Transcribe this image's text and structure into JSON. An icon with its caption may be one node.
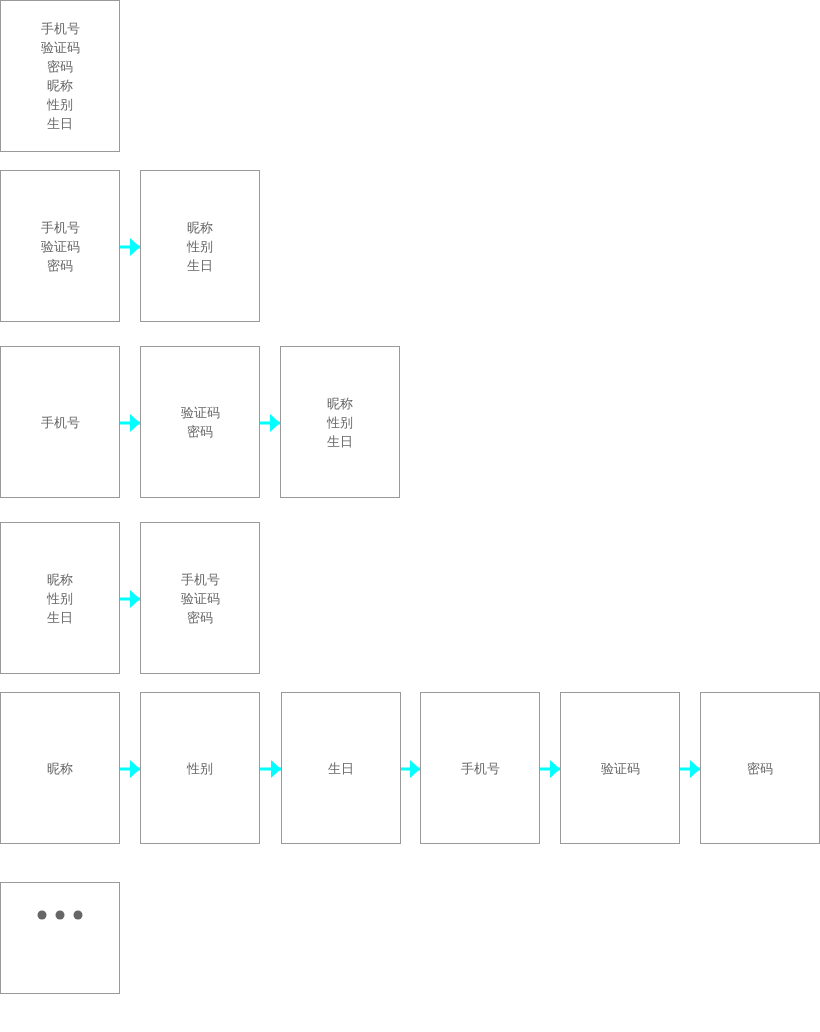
{
  "diagram": {
    "nodes": [
      {
        "text": [
          "手机号",
          "验证码",
          "密码",
          "昵称",
          "性别",
          "生日"
        ]
      },
      {
        "text": [
          "手机号",
          "验证码",
          "密码"
        ]
      },
      {
        "text": [
          "昵称",
          "性别",
          "生日"
        ]
      },
      {
        "text": [
          "手机号"
        ]
      },
      {
        "text": [
          "验证码",
          "密码"
        ]
      },
      {
        "text": [
          "昵称",
          "性别",
          "生日"
        ]
      },
      {
        "text": [
          "昵称",
          "性别",
          "生日"
        ]
      },
      {
        "text": [
          "手机号",
          "验证码",
          "密码"
        ]
      },
      {
        "text": [
          "昵称"
        ]
      },
      {
        "text": [
          "性别"
        ]
      },
      {
        "text": [
          "生日"
        ]
      },
      {
        "text": [
          "手机号"
        ]
      },
      {
        "text": [
          "验证码"
        ]
      },
      {
        "text": [
          "密码"
        ]
      },
      {
        "text": [],
        "shape": "box"
      }
    ],
    "edges": [
      {
        "from": 1,
        "to": 2,
        "arrow": "to",
        "color": "#00ffff"
      },
      {
        "from": 3,
        "to": 4,
        "arrow": "to",
        "color": "#00ffff"
      },
      {
        "from": 4,
        "to": 5,
        "arrow": "to",
        "color": "#00ffff"
      },
      {
        "from": 6,
        "to": 7,
        "arrow": "to",
        "color": "#00ffff"
      },
      {
        "from": 8,
        "to": 9,
        "arrow": "to",
        "color": "#00ffff"
      },
      {
        "from": 9,
        "to": 10,
        "arrow": "to",
        "color": "#00ffff"
      },
      {
        "from": 10,
        "to": 11,
        "arrow": "to",
        "color": "#00ffff"
      },
      {
        "from": 11,
        "to": 12,
        "arrow": "to",
        "color": "#00ffff"
      },
      {
        "from": 12,
        "to": 13,
        "arrow": "to",
        "color": "#00ffff"
      }
    ]
  }
}
